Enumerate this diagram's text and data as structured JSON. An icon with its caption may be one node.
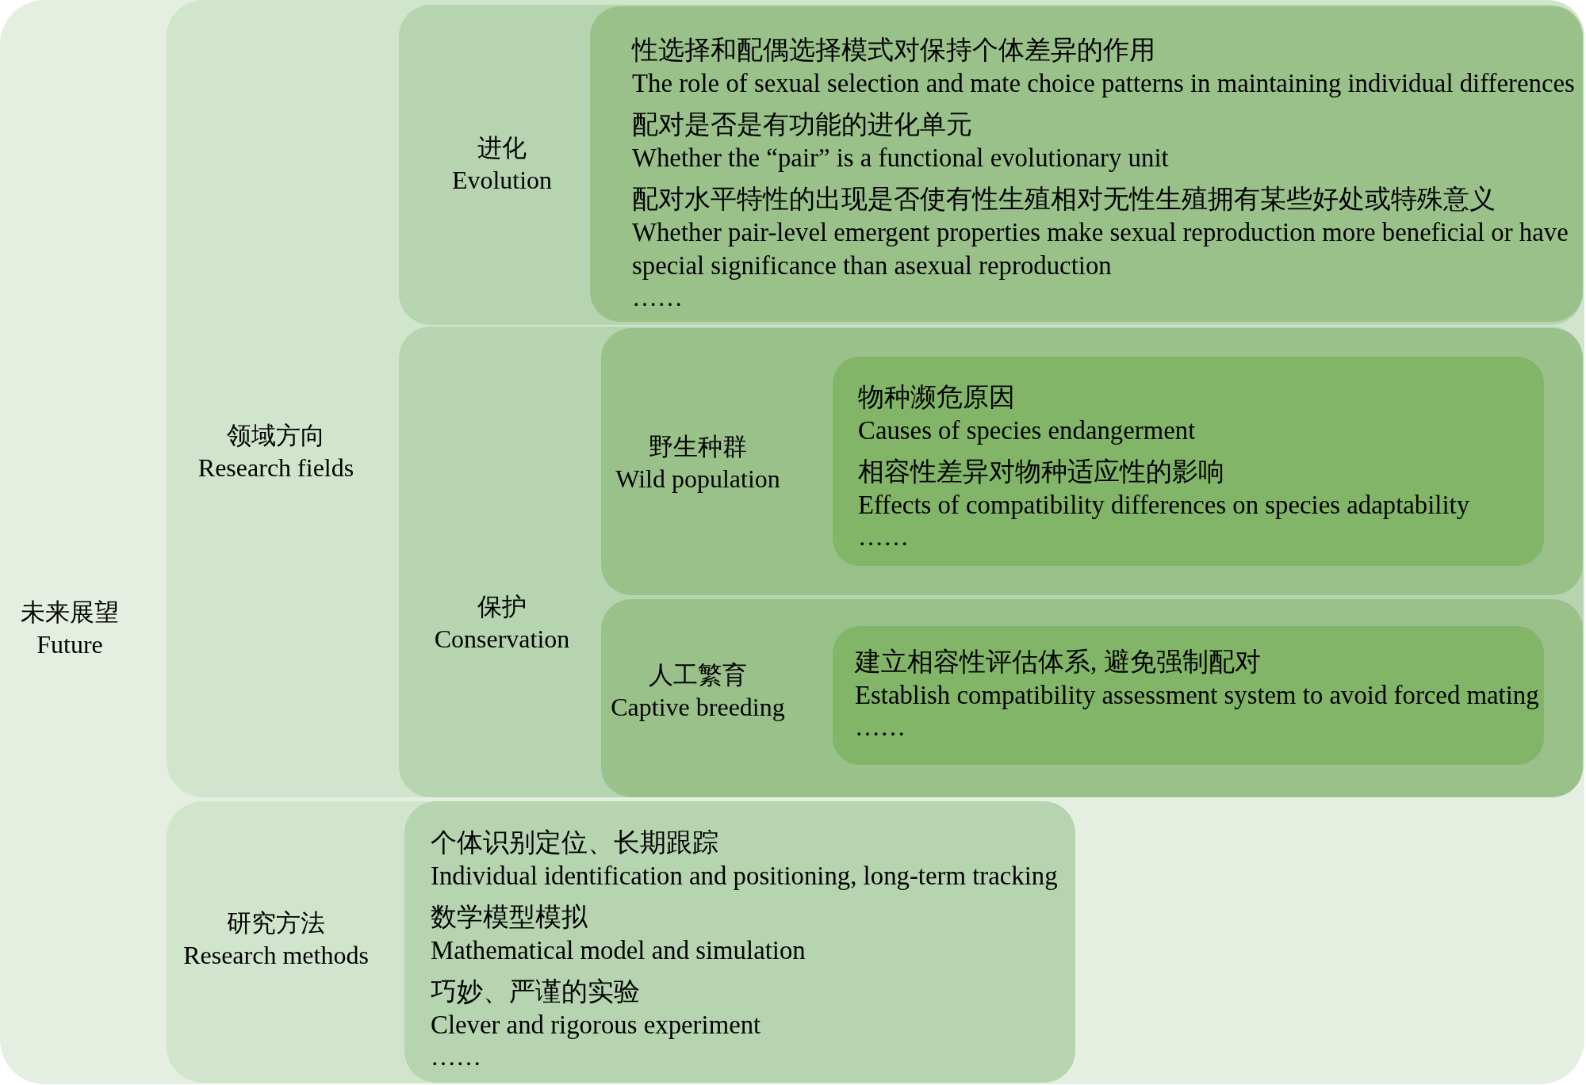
{
  "diagram": {
    "nodes": [
      {
        "text": [
          "未来展望",
          "Future"
        ]
      },
      {
        "text": [
          "领域方向",
          "Research fields"
        ],
        "in": 0
      },
      {
        "text": [
          "进化",
          "Evolution"
        ],
        "in": 1
      },
      {
        "text": [
          "性选择和配偶选择模式对保持个体差异的作用",
          "The role of sexual selection and mate choice patterns in maintaining individual differences",
          "配对是否是有功能的进化单元",
          "Whether the “pair” is a functional evolutionary unit",
          "配对水平特性的出现是否使有性生殖相对无性生殖拥有某些好处或特殊意义",
          "Whether pair-level emergent properties make sexual reproduction more beneficial or have special significance than asexual reproduction",
          "……"
        ],
        "in": 2
      },
      {
        "text": [
          "保护",
          "Conservation"
        ],
        "in": 1
      },
      {
        "text": [
          "野生种群",
          "Wild population"
        ],
        "in": 4
      },
      {
        "text": [
          "物种濒危原因",
          "Causes of species endangerment",
          "相容性差异对物种适应性的影响",
          "Effects of compatibility differences on species adaptability",
          "……"
        ],
        "in": 5
      },
      {
        "text": [
          "人工繁育",
          "Captive breeding"
        ],
        "in": 4
      },
      {
        "text": [
          "建立相容性评估体系, 避免强制配对",
          "Establish compatibility assessment system to avoid forced mating",
          "……"
        ],
        "in": 7
      },
      {
        "text": [
          "研究方法",
          "Research methods"
        ],
        "in": 0
      },
      {
        "text": [
          "个体识别定位、长期跟踪",
          "Individual identification and positioning, long-term tracking",
          "数学模型模拟",
          "Mathematical model and simulation",
          "巧妙、严谨的实验",
          "Clever and rigorous experiment",
          "……"
        ],
        "in": 9
      }
    ]
  }
}
